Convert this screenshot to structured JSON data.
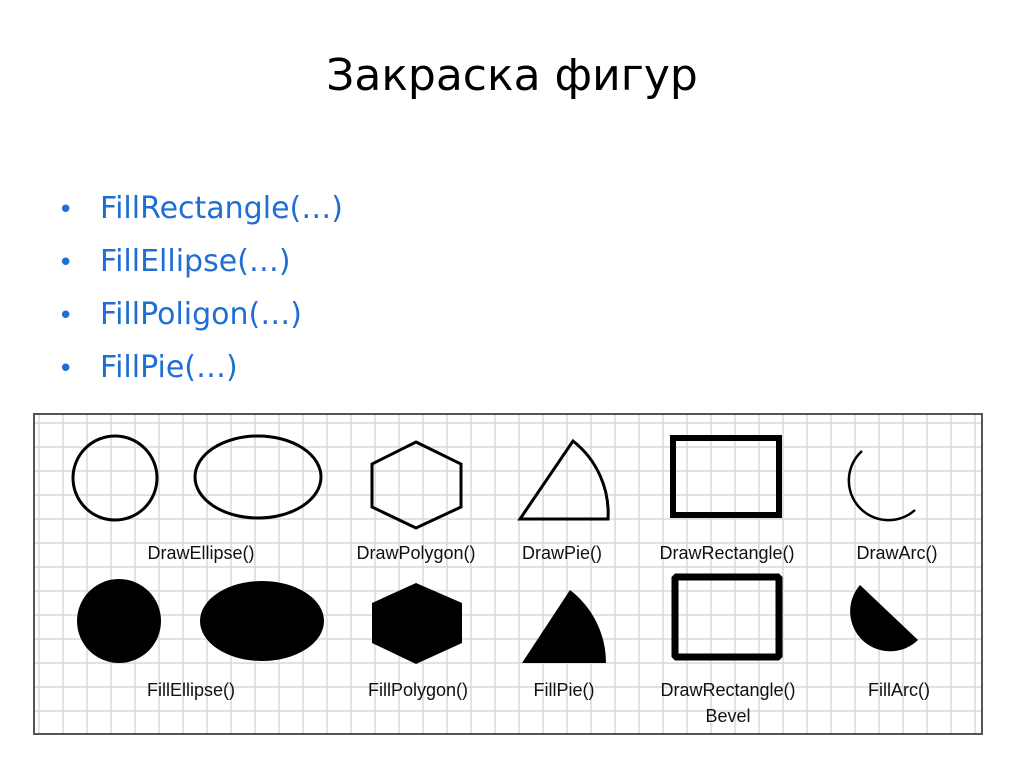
{
  "slide": {
    "title": "Закраска фигур",
    "bullets": [
      "FillRectangle(…)",
      "FillEllipse(…)",
      "FillPoligon(…)",
      "FillPie(…)"
    ]
  },
  "figure": {
    "draw_row_labels": [
      "DrawEllipse()",
      "DrawPolygon()",
      "DrawPie()",
      "DrawRectangle()",
      "DrawArc()"
    ],
    "fill_row_labels": [
      "FillEllipse()",
      "FillPolygon()",
      "FillPie()",
      "DrawRectangle()",
      "FillArc()"
    ],
    "bevel_label": "Bevel",
    "colors": {
      "accent": "#1f6ed4",
      "grid": "#d8d8d8",
      "stroke": "#000000"
    }
  }
}
